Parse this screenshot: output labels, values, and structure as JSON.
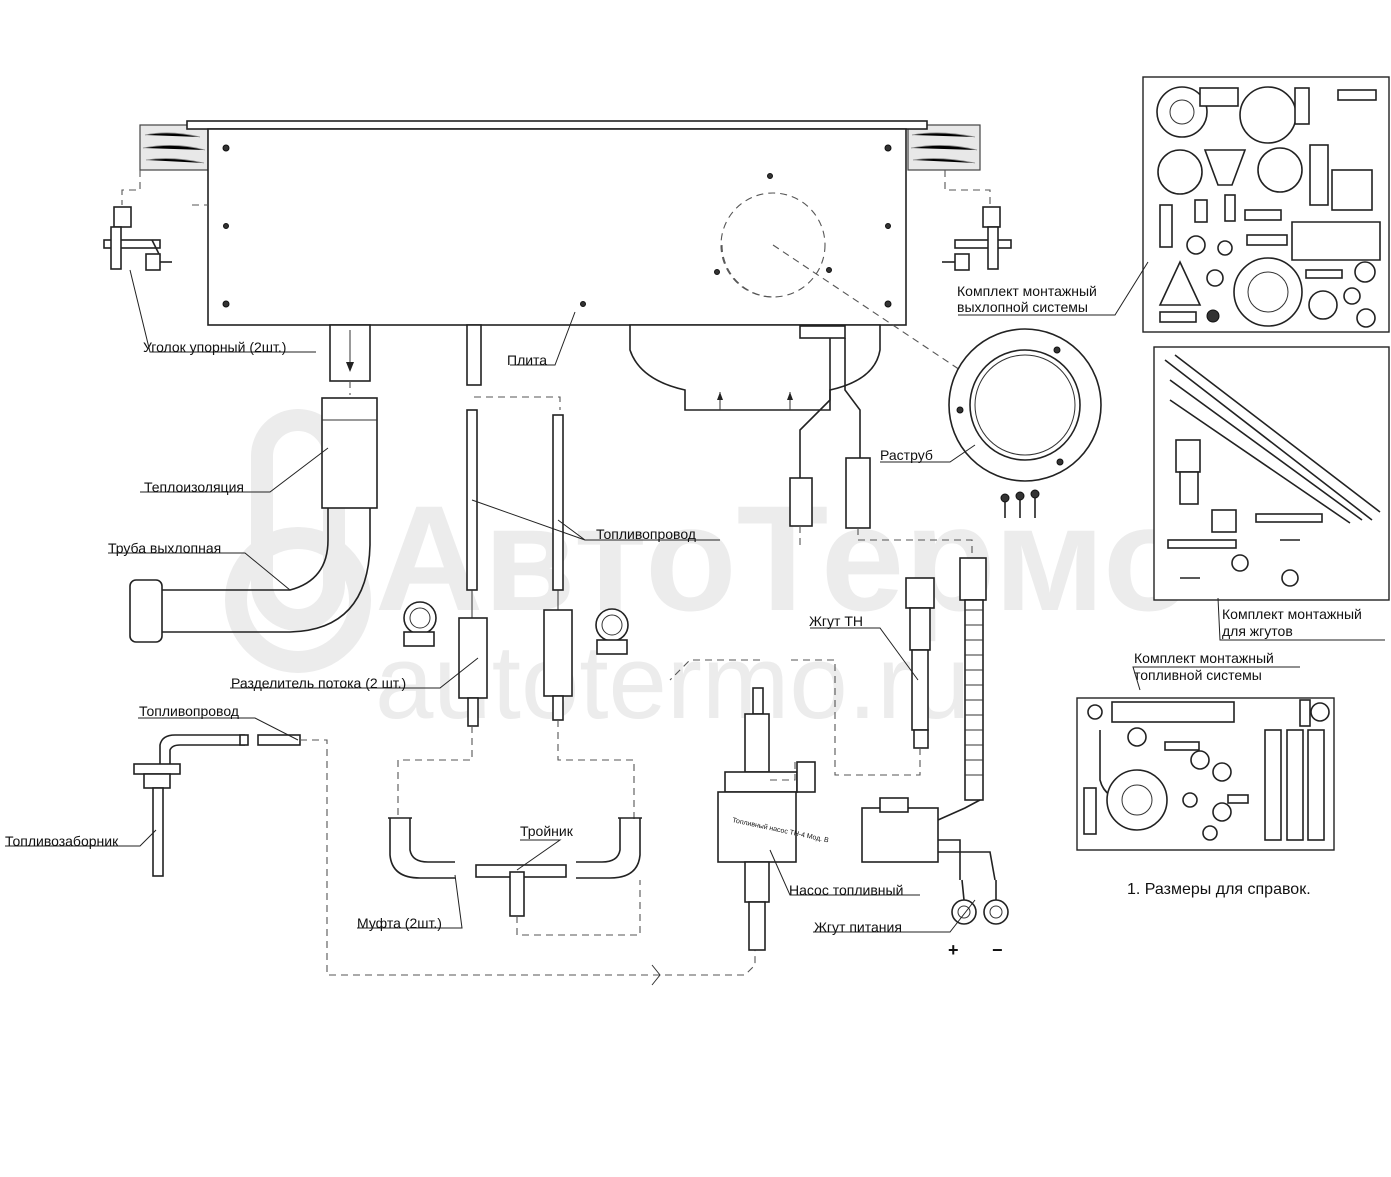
{
  "watermark": {
    "brand": "АвтоТермо",
    "site": "autotermo.ru"
  },
  "labels": {
    "corner_bracket": "Уголок упорный (2шт.)",
    "plate": "Плита",
    "thermal_insulation": "Теплоизоляция",
    "exhaust_pipe": "Труба выхлопная",
    "fuel_line_upper": "Топливопровод",
    "flow_splitter": "Разделитель потока (2 шт.)",
    "fuel_line_lower": "Топливопровод",
    "fuel_intake": "Топливозаборник",
    "tee": "Тройник",
    "coupling": "Муфта (2шт.)",
    "pump_label_text": "Топливный насос ТН-4 Мод. В",
    "fuel_pump": "Насос топливный",
    "power_harness": "Жгут питания",
    "flange": "Раструб",
    "th_harness": "Жгут ТН",
    "exhaust_kit_line1": "Комплект монтажный",
    "exhaust_kit_line2": "выхлопной системы",
    "harness_kit_line1": "Комплект монтажный",
    "harness_kit_line2": "для жгутов",
    "fuel_kit_line1": "Комплект монтажный",
    "fuel_kit_line2": "топливной системы",
    "plus": "+",
    "minus": "−"
  },
  "notes": {
    "note1": "1. Размеры для справок."
  }
}
